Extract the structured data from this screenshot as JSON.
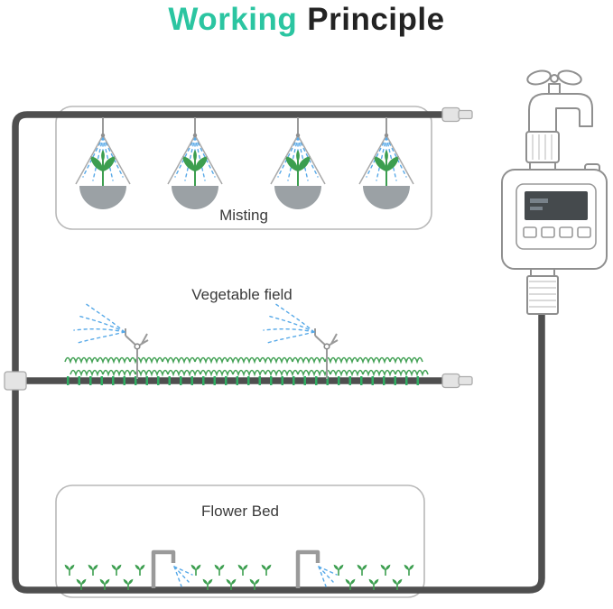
{
  "title": {
    "part1": "Working",
    "part2": "Principle"
  },
  "diagram": {
    "zones": [
      {
        "id": "misting",
        "label": "Misting"
      },
      {
        "id": "vegetable-field",
        "label": "Vegetable field"
      },
      {
        "id": "flower-bed",
        "label": "Flower Bed"
      }
    ],
    "icons": [
      "faucet-icon",
      "water-timer-icon",
      "hose-pipe",
      "end-cap-icon",
      "tee-fitting-icon",
      "mist-emitter-icon",
      "sprinkler-icon",
      "drip-stake-icon",
      "sprout-icon",
      "plant-pot-icon"
    ]
  },
  "colors": {
    "accent": "#2bc5a1",
    "title": "#232323",
    "pipe": "#4f4f4f",
    "outline": "#b8b8b8",
    "spray": "#57a9e8",
    "plant": "#3c9e4f",
    "emitter": "#2fae62",
    "pot": "#9ba1a5",
    "device": "#8f8f8f",
    "label": "#3a3a3a",
    "screen": "#454a4d",
    "cap": "#e4e4e4"
  }
}
